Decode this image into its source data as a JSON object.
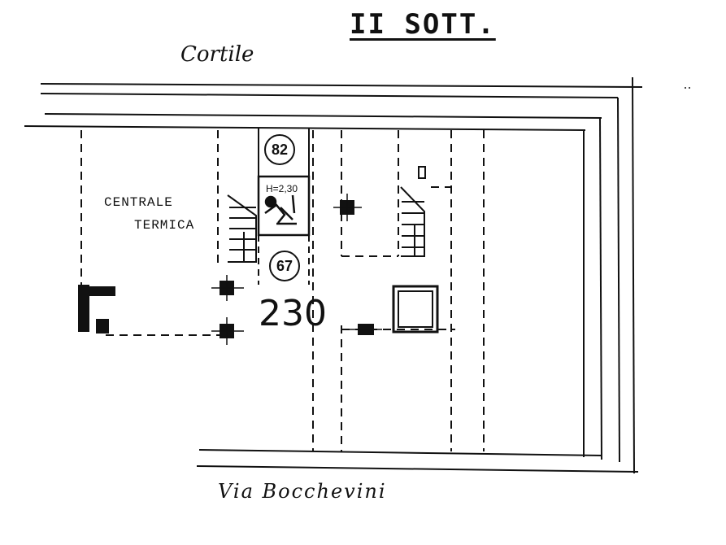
{
  "title": "II SOTT.",
  "labels": {
    "top": "Cortile",
    "bottom": "Via Bocchevini",
    "room_line1": "CENTRALE",
    "room_line2": "TERMICA",
    "height": "H=2,30",
    "circle_1": "82",
    "circle_2": "67",
    "area": "230"
  }
}
